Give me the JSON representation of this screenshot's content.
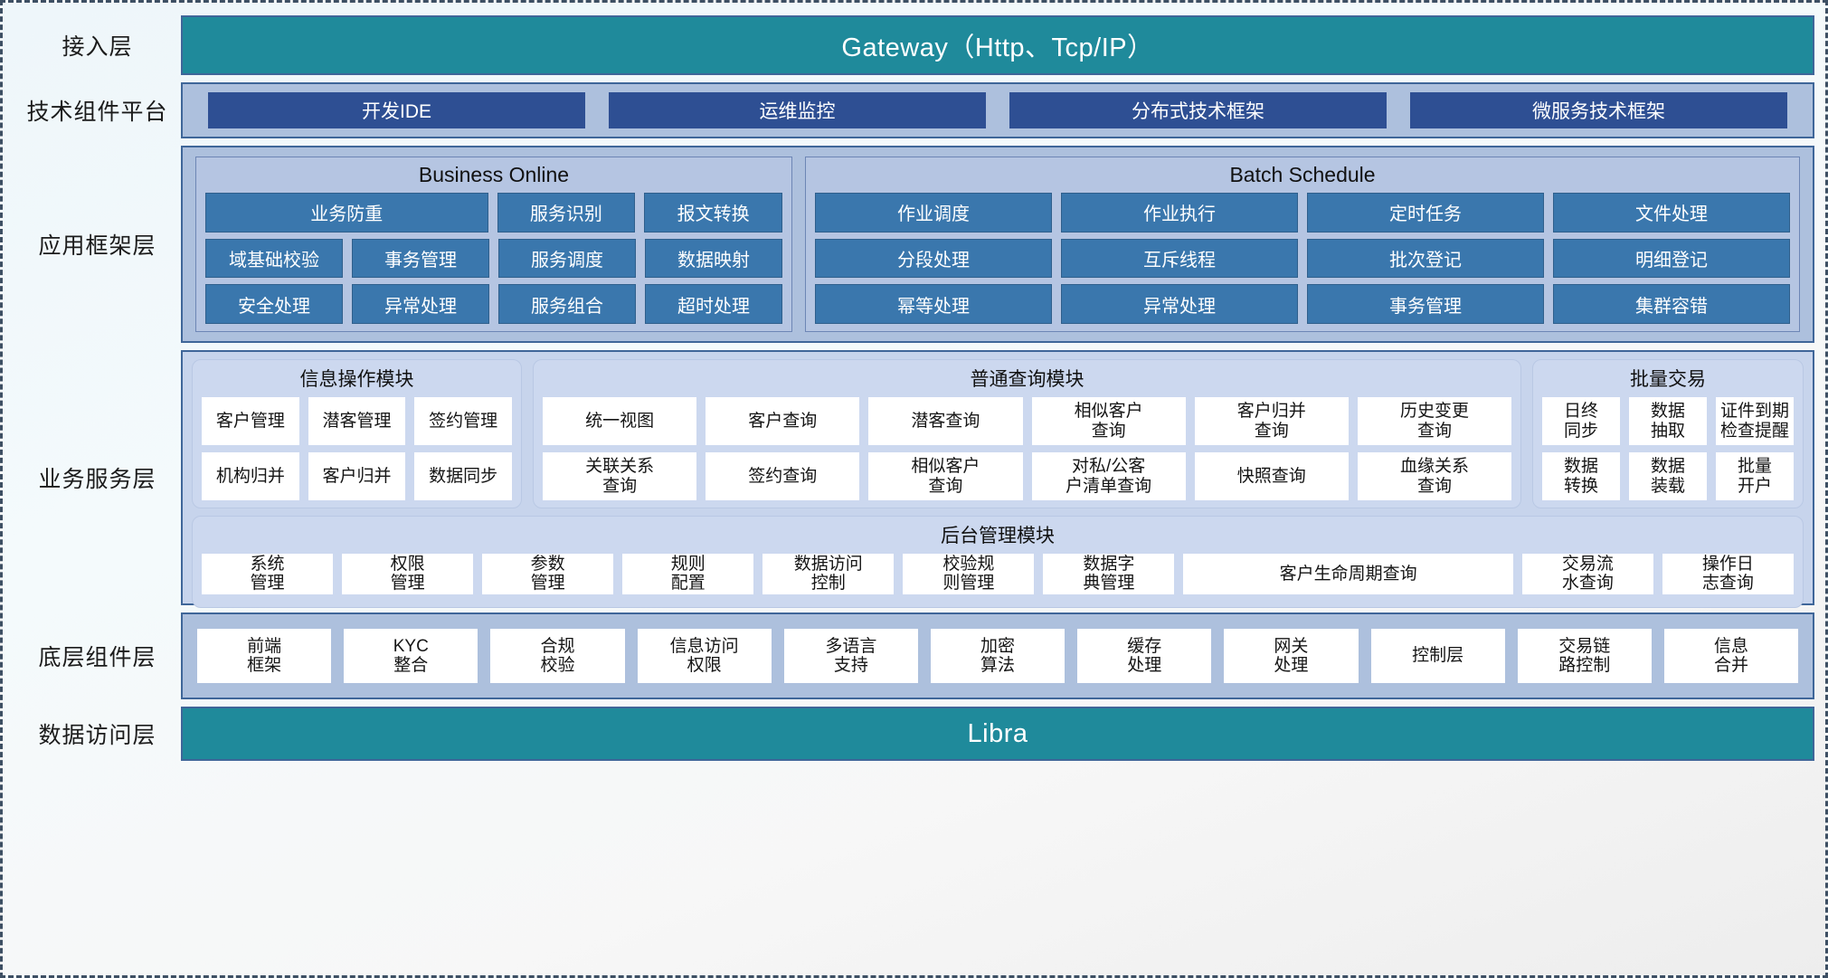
{
  "colors": {
    "teal": "#1f8a9b",
    "band_blue": "#adc0dd",
    "chip_navy": "#2e4f93",
    "chip_blue": "#3a77ad",
    "biz_band": "#c7d4ec",
    "card": "#ccd8ef",
    "border": "#3f6699"
  },
  "layers": [
    {
      "label": "接入层"
    },
    {
      "label": "技术组件平台"
    },
    {
      "label": "应用框架层"
    },
    {
      "label": "业务服务层"
    },
    {
      "label": "底层组件层"
    },
    {
      "label": "数据访问层"
    }
  ],
  "access_layer": {
    "label": "接入层",
    "bar_text": "Gateway（Http、Tcp/IP）"
  },
  "tech_platform": {
    "label": "技术组件平台",
    "items": [
      {
        "label": "开发IDE"
      },
      {
        "label": "运维监控"
      },
      {
        "label": "分布式技术框架"
      },
      {
        "label": "微服务技术框架"
      }
    ]
  },
  "app_framework": {
    "label": "应用框架层",
    "groups": [
      {
        "title": "Business Online",
        "rows": [
          [
            {
              "label": "业务防重",
              "wide": true
            },
            {
              "label": "服务识别"
            },
            {
              "label": "报文转换"
            }
          ],
          [
            {
              "label": "域基础校验"
            },
            {
              "label": "事务管理"
            },
            {
              "label": "服务调度"
            },
            {
              "label": "数据映射"
            }
          ],
          [
            {
              "label": "安全处理"
            },
            {
              "label": "异常处理"
            },
            {
              "label": "服务组合"
            },
            {
              "label": "超时处理"
            }
          ]
        ]
      },
      {
        "title": "Batch Schedule",
        "rows": [
          [
            {
              "label": "作业调度"
            },
            {
              "label": "作业执行"
            },
            {
              "label": "定时任务"
            },
            {
              "label": "文件处理"
            }
          ],
          [
            {
              "label": "分段处理"
            },
            {
              "label": "互斥线程"
            },
            {
              "label": "批次登记"
            },
            {
              "label": "明细登记"
            }
          ],
          [
            {
              "label": "幂等处理"
            },
            {
              "label": "异常处理"
            },
            {
              "label": "事务管理"
            },
            {
              "label": "集群容错"
            }
          ]
        ]
      }
    ]
  },
  "business_service": {
    "label": "业务服务层",
    "cards": [
      {
        "key": "info",
        "title": "信息操作模块",
        "rows": [
          [
            {
              "label": "客户管理"
            },
            {
              "label": "潜客管理"
            },
            {
              "label": "签约管理"
            }
          ],
          [
            {
              "label": "机构归并"
            },
            {
              "label": "客户归并"
            },
            {
              "label": "数据同步"
            }
          ]
        ]
      },
      {
        "key": "query",
        "title": "普通查询模块",
        "rows": [
          [
            {
              "label": "统一视图"
            },
            {
              "label": "客户查询"
            },
            {
              "label": "潜客查询"
            },
            {
              "label": "相似客户\n查询"
            },
            {
              "label": "客户归并\n查询"
            },
            {
              "label": "历史变更\n查询"
            }
          ],
          [
            {
              "label": "关联关系\n查询"
            },
            {
              "label": "签约查询"
            },
            {
              "label": "相似客户\n查询"
            },
            {
              "label": "对私/公客\n户清单查询"
            },
            {
              "label": "快照查询"
            },
            {
              "label": "血缘关系\n查询"
            }
          ]
        ]
      },
      {
        "key": "bulk",
        "title": "批量交易",
        "rows": [
          [
            {
              "label": "日终\n同步"
            },
            {
              "label": "数据\n抽取"
            },
            {
              "label": "证件到期\n检查提醒"
            }
          ],
          [
            {
              "label": "数据\n转换"
            },
            {
              "label": "数据\n装载"
            },
            {
              "label": "批量\n开户"
            }
          ]
        ]
      }
    ],
    "admin_card": {
      "title": "后台管理模块",
      "items": [
        {
          "label": "系统\n管理"
        },
        {
          "label": "权限\n管理"
        },
        {
          "label": "参数\n管理"
        },
        {
          "label": "规则\n配置"
        },
        {
          "label": "数据访问\n控制"
        },
        {
          "label": "校验规\n则管理"
        },
        {
          "label": "数据字\n典管理"
        },
        {
          "label": "客户生命周期查询",
          "wide": true
        },
        {
          "label": "交易流\n水查询"
        },
        {
          "label": "操作日\n志查询"
        }
      ]
    }
  },
  "base_components": {
    "label": "底层组件层",
    "items": [
      {
        "label": "前端\n框架"
      },
      {
        "label": "KYC\n整合"
      },
      {
        "label": "合规\n校验"
      },
      {
        "label": "信息访问\n权限"
      },
      {
        "label": "多语言\n支持"
      },
      {
        "label": "加密\n算法"
      },
      {
        "label": "缓存\n处理"
      },
      {
        "label": "网关\n处理"
      },
      {
        "label": "控制层"
      },
      {
        "label": "交易链\n路控制"
      },
      {
        "label": "信息\n合并"
      }
    ]
  },
  "data_access": {
    "label": "数据访问层",
    "bar_text": "Libra"
  }
}
